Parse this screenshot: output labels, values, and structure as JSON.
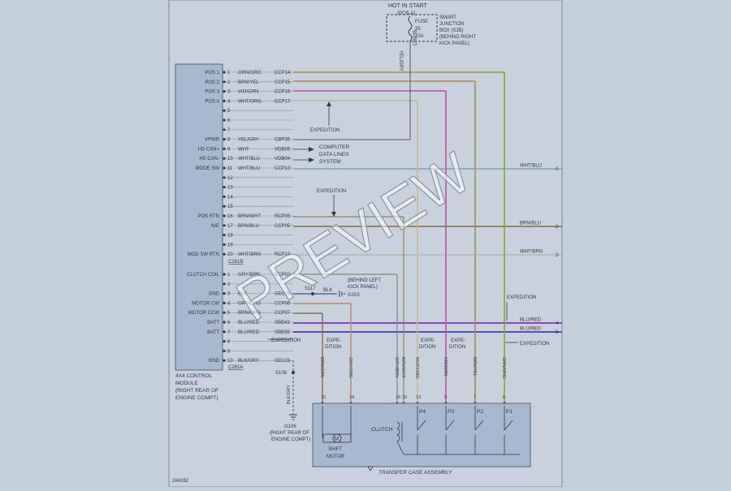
{
  "header": {
    "hot_in_start": "HOT IN START",
    "fuse_label": "FUSE",
    "fuse_number": "35",
    "fuse_amps": "10A",
    "fuse_bus": "(PCB-A)",
    "sjb_lines": [
      "SMART",
      "JUNCTION",
      "BOX (SJB)",
      "(BEHIND RIGHT",
      "KICK PANEL)"
    ],
    "feed_wire_color": "YEL/GRY",
    "feed_circuit": "CBP35"
  },
  "module": {
    "name_lines": [
      "4X4 CONTROL",
      "MODULE",
      "(RIGHT REAR OF",
      "ENGINE COMPT)"
    ],
    "connector_a": "C281B",
    "connector_b": "C281A",
    "pins_a": [
      {
        "n": "1",
        "label": "POS 1",
        "color": "GRN/ORG",
        "circuit": "CCP14"
      },
      {
        "n": "2",
        "label": "POS 2",
        "color": "BRN/YEL",
        "circuit": "CCP15"
      },
      {
        "n": "3",
        "label": "POS 3",
        "color": "VIO/GRN",
        "circuit": "CCP16"
      },
      {
        "n": "4",
        "label": "POS 4",
        "color": "WHT/ORG",
        "circuit": "CCP17"
      },
      {
        "n": "5",
        "label": "",
        "color": "",
        "circuit": ""
      },
      {
        "n": "6",
        "label": "",
        "color": "",
        "circuit": ""
      },
      {
        "n": "7",
        "label": "",
        "color": "",
        "circuit": ""
      },
      {
        "n": "8",
        "label": "VPWR",
        "color": "YEL/GRY",
        "circuit": "CBP35"
      },
      {
        "n": "9",
        "label": "HS CAN+",
        "color": "WHT",
        "circuit": "VDB05"
      },
      {
        "n": "10",
        "label": "HS CAN-",
        "color": "WHT/BLU",
        "circuit": "VDB04"
      },
      {
        "n": "11",
        "label": "MODE SW",
        "color": "WHT/BLU",
        "circuit": "CCP13"
      },
      {
        "n": "12",
        "label": "",
        "color": "",
        "circuit": ""
      },
      {
        "n": "13",
        "label": "",
        "color": "",
        "circuit": ""
      },
      {
        "n": "14",
        "label": "",
        "color": "",
        "circuit": ""
      },
      {
        "n": "15",
        "label": "",
        "color": "",
        "circuit": ""
      },
      {
        "n": "16",
        "label": "POS RTN",
        "color": "BRN/WHT",
        "circuit": "RCP05"
      },
      {
        "n": "17",
        "label": "N/E",
        "color": "BRN/BLU",
        "circuit": "CCP05"
      },
      {
        "n": "18",
        "label": "",
        "color": "",
        "circuit": ""
      },
      {
        "n": "19",
        "label": "",
        "color": "",
        "circuit": ""
      },
      {
        "n": "20",
        "label": "MOD SW RTN",
        "color": "WHT/BRN",
        "circuit": "RCP13"
      }
    ],
    "pins_b": [
      {
        "n": "1",
        "label": "CLUTCH COIL",
        "color": "GRY/BRN",
        "circuit": "CCP03"
      },
      {
        "n": "2",
        "label": "",
        "color": "",
        "circuit": ""
      },
      {
        "n": "3",
        "label": "GND",
        "color": "BLK",
        "circuit": "GD123"
      },
      {
        "n": "4",
        "label": "MOTOR CW",
        "color": "GRY/ORG",
        "circuit": "CCP06"
      },
      {
        "n": "5",
        "label": "MOTOR CCW",
        "color": "BRN/ORN",
        "circuit": "CCP07"
      },
      {
        "n": "6",
        "label": "BATT",
        "color": "BLU/RED",
        "circuit": "SBB43"
      },
      {
        "n": "7",
        "label": "BATT",
        "color": "BLU/RED",
        "circuit": "SBB35"
      },
      {
        "n": "8",
        "label": "",
        "color": "",
        "circuit": ""
      },
      {
        "n": "9",
        "label": "",
        "color": "",
        "circuit": ""
      },
      {
        "n": "10",
        "label": "GND",
        "color": "BLK/GRY",
        "circuit": "GD123"
      }
    ]
  },
  "data_lines": [
    "COMPUTER",
    "DATA LINES",
    "SYSTEM"
  ],
  "expedition": "EXPEDITION",
  "expedition_split": [
    "EXPE-",
    "DITION"
  ],
  "right_labels": [
    {
      "color": "WHT/BLU",
      "n": "1"
    },
    {
      "color": "BRN/BLU",
      "n": "2"
    },
    {
      "color": "WHT/BRN",
      "n": "3"
    },
    {
      "color": "BLU/RED",
      "n": "4"
    },
    {
      "color": "BLU/RED",
      "n": "5"
    }
  ],
  "splices": {
    "s117": "S117",
    "blk": "BLK",
    "g203_lines": [
      "(BEHIND LEFT",
      "KICK PANEL)",
      "G203"
    ],
    "s106": "S106",
    "s106_wire": "BLK/GRY",
    "g106_lines": [
      "G106",
      "(RIGHT REAR OF",
      "ENGINE COMPT)"
    ]
  },
  "vertical_wires": [
    {
      "label": "BRN/ORN",
      "pin": "15"
    },
    {
      "label": "GRY/ORG",
      "pin": "14"
    },
    {
      "label": "GRY/BRN",
      "pin": "16"
    },
    {
      "label": "BRN/WHT",
      "pin": "10"
    },
    {
      "label": "WHT/ORG",
      "pin": "13"
    },
    {
      "label": "VIO/GRN",
      "pin": "9"
    },
    {
      "label": "BRN/YEL",
      "pin": "7"
    },
    {
      "label": "GRN/ORG",
      "pin": "5"
    }
  ],
  "transfer_case": {
    "name": "TRANSFER CASE ASSEMBLY",
    "shift_motor": [
      "SHIFT",
      "MOTOR"
    ],
    "clutch": "CLUTCH",
    "switches": [
      "P4",
      "P3",
      "P2",
      "P1"
    ]
  },
  "diagram_id": "284392",
  "watermark": "PREVIEW",
  "colors": {
    "background": "#c4d0dc",
    "paper": "#c8d2dd",
    "module_fill": "#a8b8cf",
    "grn_org": "#8aa238",
    "brn_yel": "#b08a50",
    "vio_grn": "#c44fb0",
    "wht_org": "#c8b890",
    "wht_blu": "#7a93c4",
    "brn_blu": "#8a6a40",
    "wht_brn": "#a7b6b0",
    "blu_red": "#8830b8",
    "blu_red2": "#5533c6",
    "ink": "#333a44"
  }
}
